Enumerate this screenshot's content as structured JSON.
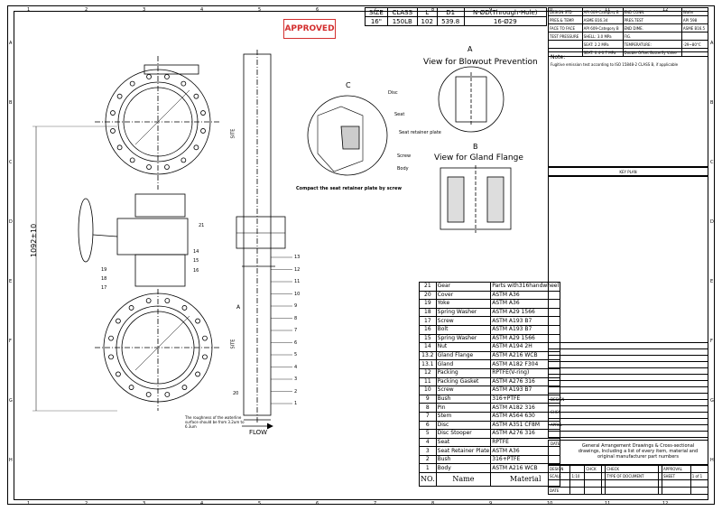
{
  "stamp": "APPROVED",
  "dim_table": {
    "headers": [
      "SIZE",
      "CLASS",
      "L",
      "D1",
      "N-ØD(Through-Hole)"
    ],
    "values": [
      "16\"",
      "150LB",
      "102",
      "539.8",
      "16-Ø29"
    ]
  },
  "spec_table": [
    [
      "DESIGN STD",
      "API 609-Category B",
      "END CONN.",
      "Wafer"
    ],
    [
      "PRES.& TEMP.",
      "ASME B16.34",
      "PRES.TEST",
      "API 598"
    ],
    [
      "FACE TO FACE",
      "API 609-Category B",
      "END DIME.",
      "ASME B16.5"
    ],
    [
      "TEST PRESSURE",
      "SHELL: 3.0 MPa",
      "FIG.",
      ""
    ],
    [
      "",
      "SEAT: 2.2 MPa",
      "TEMPERATURE:",
      "-29~80°C"
    ],
    [
      "",
      "SEAT: 0.4-0.7 MPa",
      "Double Offset Butterfly Valve",
      ""
    ]
  ],
  "note": {
    "title": "Note:",
    "text": "Fugitive emission test according to ISO 15848-2 CLASS B, if applicable"
  },
  "keyplan": "KEY PLAN",
  "views": {
    "a_letter": "A",
    "a_title": "View for Blowout Prevention",
    "b_letter": "B",
    "b_title": "View for Gland Flange",
    "c_letter": "C",
    "c_caption": "Compact the seat retainer plate by screw",
    "c_labels": [
      "Disc",
      "Seat",
      "Seat retainer plate",
      "Screw",
      "Body"
    ]
  },
  "front_view": {
    "dimension": "1092±10",
    "roughness_note": "The roughness of the waterline surface should be from 3.2um to 6.3um",
    "flow": "FLOW",
    "site_label": "SITE",
    "balloons_left": [
      "21",
      "19",
      "18",
      "17",
      "16",
      "15",
      "14"
    ],
    "balloons_right": [
      "13",
      "12",
      "11",
      "10",
      "9",
      "8",
      "7",
      "6",
      "5",
      "4",
      "3",
      "2",
      "1"
    ],
    "balloon_20": "20",
    "section_a": "A"
  },
  "parts_list": [
    [
      "21",
      "Gear",
      "Parts with316handwheel"
    ],
    [
      "20",
      "Cover",
      "ASTM A36"
    ],
    [
      "19",
      "Yoke",
      "ASTM A36"
    ],
    [
      "18",
      "Spring Washer",
      "ASTM A29 1566"
    ],
    [
      "17",
      "Screw",
      "ASTM A193 B7"
    ],
    [
      "16",
      "Bolt",
      "ASTM A193 B7"
    ],
    [
      "15",
      "Spring Washer",
      "ASTM A29 1566"
    ],
    [
      "14",
      "Nut",
      "ASTM A194 2H"
    ],
    [
      "13.2",
      "Gland Flange",
      "ASTM A216 WCB"
    ],
    [
      "13.1",
      "Gland",
      "ASTM A182 F304"
    ],
    [
      "12",
      "Packing",
      "RPTFE(V-ring)"
    ],
    [
      "11",
      "Packing Gasket",
      "ASTM A276 316"
    ],
    [
      "10",
      "Screw",
      "ASTM A193 B7"
    ],
    [
      "9",
      "Bush",
      "316+PTFE"
    ],
    [
      "8",
      "Pin",
      "ASTM A182 316"
    ],
    [
      "7",
      "Stem",
      "ASTM A564 630"
    ],
    [
      "6",
      "Disc",
      "ASTM A351 CF8M"
    ],
    [
      "5",
      "Disc Stooper",
      "ASTM A276 316"
    ],
    [
      "4",
      "Seat",
      "RPTFE"
    ],
    [
      "3",
      "Seat Retainer Plate",
      "ASTM A36"
    ],
    [
      "2",
      "Bush",
      "316+PTFE"
    ],
    [
      "1",
      "Body",
      "ASTM A216 WCB"
    ]
  ],
  "parts_header": {
    "no": "NO.",
    "name": "Name",
    "material": "Material"
  },
  "description": "General Arrangement Drawings & Cross-sectional drawings, Including a list of every item, material and original manufacturer part numbers",
  "title_block": [
    [
      "DESIGN",
      "",
      "CHCK",
      "",
      "CHECK",
      "",
      "APPROVAL",
      ""
    ],
    [
      "SCALE",
      "1:10",
      "",
      "",
      "TYPE OF DOCUMENT",
      "",
      "SHEET",
      "1 of 1"
    ],
    [
      "",
      "",
      "",
      "",
      "",
      "",
      "",
      ""
    ],
    [
      "DATE",
      "",
      "",
      "",
      "",
      "",
      "",
      ""
    ]
  ],
  "rev_labels": [
    "DESIGN",
    "CHCK",
    "APRVL",
    "DATE"
  ],
  "zone_numbers": [
    "1",
    "2",
    "3",
    "4",
    "5",
    "6",
    "7",
    "8",
    "9",
    "10",
    "11",
    "12"
  ],
  "zone_letters": [
    "A",
    "B",
    "C",
    "D",
    "E",
    "F",
    "G",
    "H"
  ]
}
